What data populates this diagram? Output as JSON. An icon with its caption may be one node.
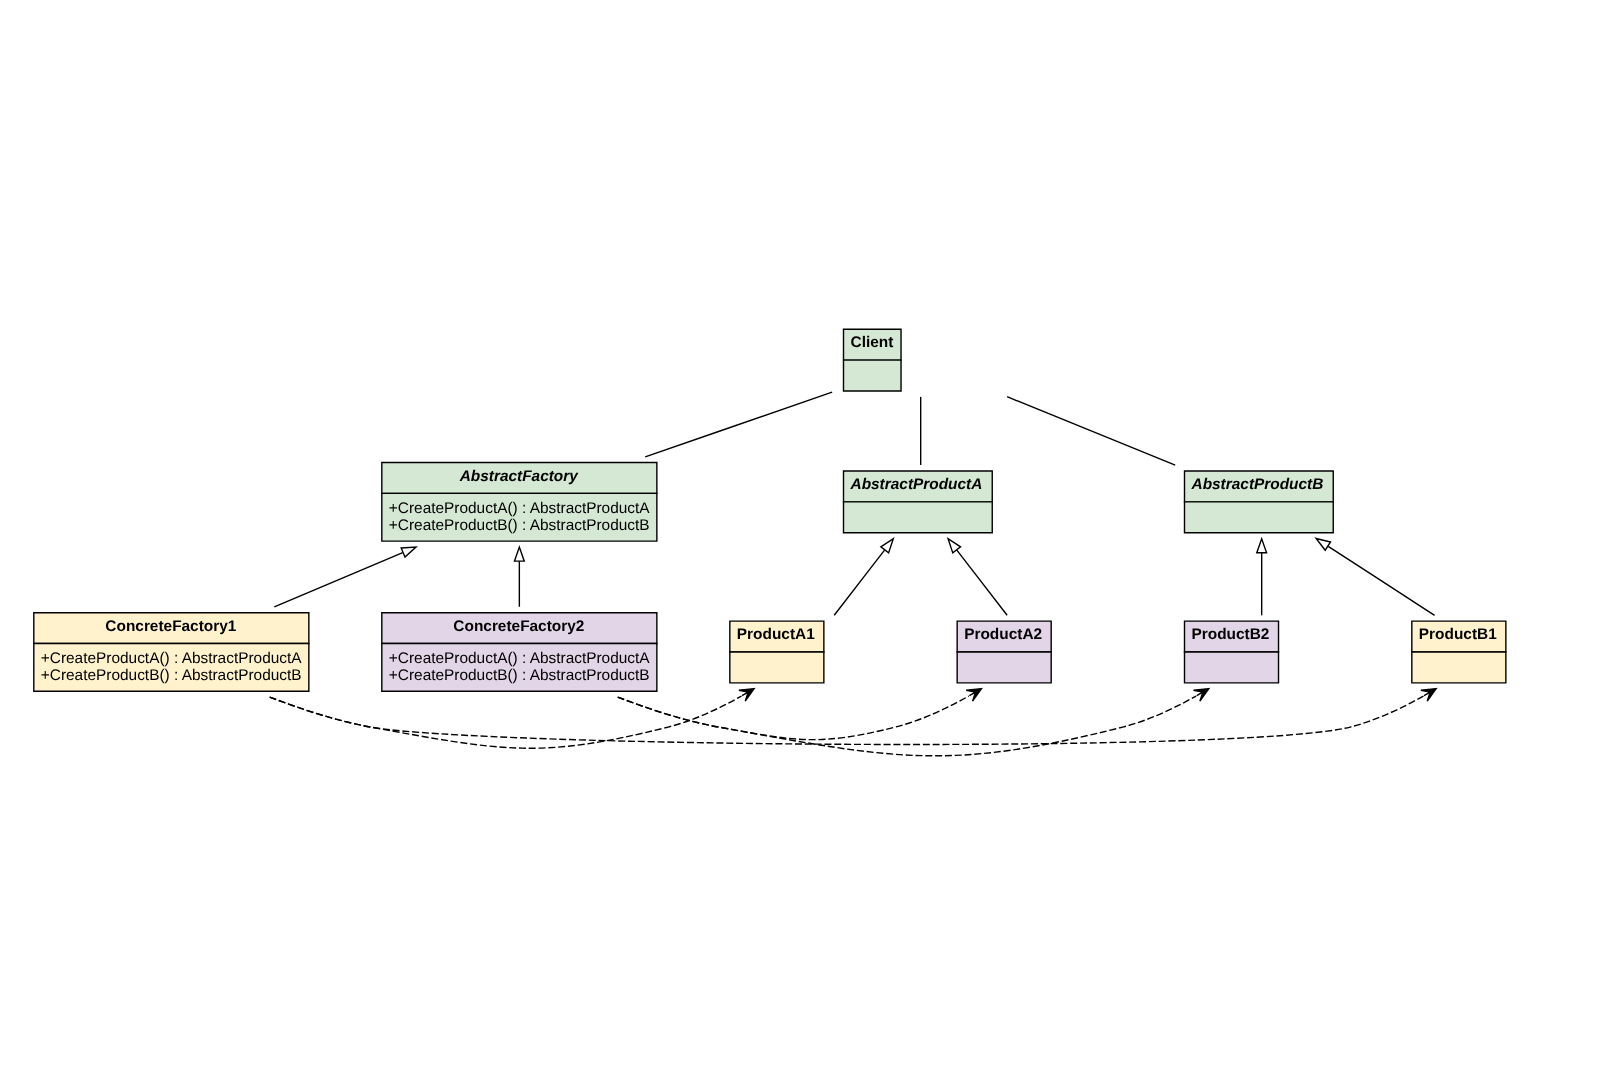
{
  "diagram": {
    "nodes": [
      {
        "text": [
          "Client"
        ]
      },
      {
        "text": [
          "AbstractFactory",
          "+CreateProductA() : AbstractProductA",
          "+CreateProductB() : AbstractProductB"
        ]
      },
      {
        "text": [
          "AbstractProductA"
        ]
      },
      {
        "text": [
          "ConcreteFactory1",
          "+CreateProductA() : AbstractProductA",
          "+CreateProductB() : AbstractProductB"
        ]
      },
      {
        "text": [
          "ConcreteFactory2",
          "+CreateProductA() : AbstractProductA",
          "+CreateProductB() : AbstractProductB"
        ]
      },
      {
        "text": [
          "ProductA1"
        ]
      },
      {
        "text": [
          "ProductA2"
        ]
      },
      {
        "text": [
          "AbstractProductB"
        ]
      },
      {
        "text": [
          "ProductB1"
        ]
      },
      {
        "text": [
          "ProductB2"
        ]
      }
    ],
    "edges": [
      {
        "from": 0,
        "to": 1,
        "arrow": "none"
      },
      {
        "from": 0,
        "to": 2,
        "arrow": "none"
      },
      {
        "from": 0,
        "to": 7,
        "arrow": "none"
      },
      {
        "from": 3,
        "to": 1,
        "arrow": "to"
      },
      {
        "from": 4,
        "to": 1,
        "arrow": "to"
      },
      {
        "from": 5,
        "to": 2,
        "arrow": "to"
      },
      {
        "from": 6,
        "to": 2,
        "arrow": "to"
      },
      {
        "from": 8,
        "to": 7,
        "arrow": "to"
      },
      {
        "from": 9,
        "to": 7,
        "arrow": "to"
      },
      {
        "from": 4,
        "to": 6,
        "arrow": "to",
        "style": "dashed"
      },
      {
        "from": 3,
        "to": 5,
        "arrow": "to",
        "style": "dashed"
      },
      {
        "from": 4,
        "to": 9,
        "arrow": "to",
        "style": "dashed"
      },
      {
        "from": 3,
        "to": 8,
        "arrow": "to",
        "style": "dashed"
      }
    ]
  }
}
